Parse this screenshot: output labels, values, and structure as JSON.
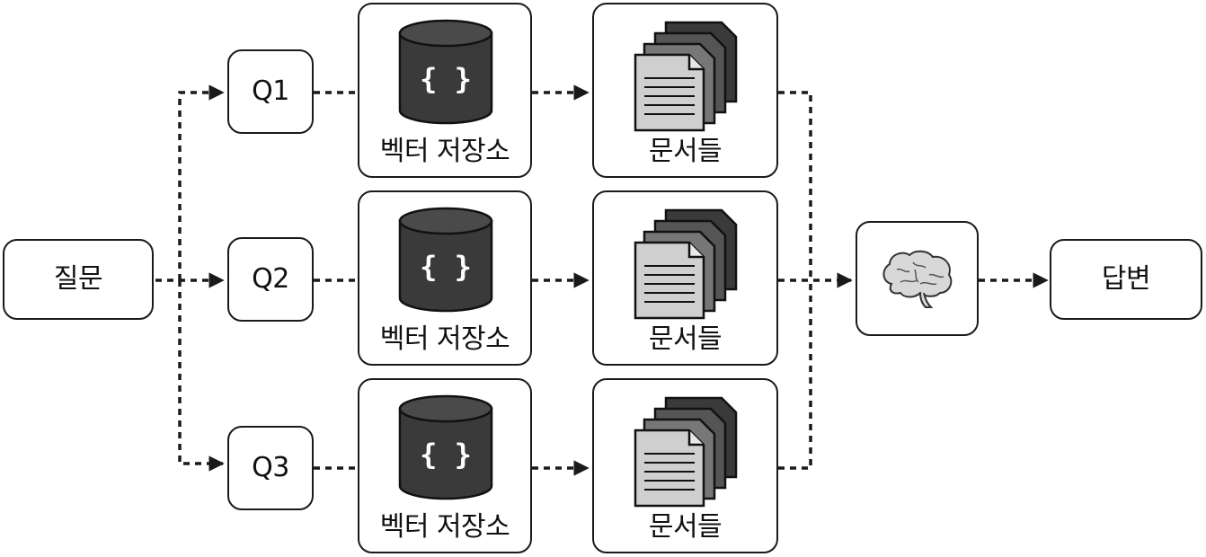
{
  "question": {
    "label": "질문"
  },
  "queries": [
    {
      "label": "Q1",
      "store_label": "벡터 저장소",
      "store_glyph": "{ }",
      "docs_label": "문서들"
    },
    {
      "label": "Q2",
      "store_label": "벡터 저장소",
      "store_glyph": "{ }",
      "docs_label": "문서들"
    },
    {
      "label": "Q3",
      "store_label": "벡터 저장소",
      "store_glyph": "{ }",
      "docs_label": "문서들"
    }
  ],
  "llm": {
    "icon": "brain-icon"
  },
  "answer": {
    "label": "답변"
  },
  "icons": {
    "store": "database-icon",
    "docs": "documents-stack-icon"
  },
  "colors": {
    "line": "#1a1a1a",
    "cylinder": "#3a3a3a",
    "paper": "#cfcfcf",
    "brain": "#d8d8d8"
  }
}
